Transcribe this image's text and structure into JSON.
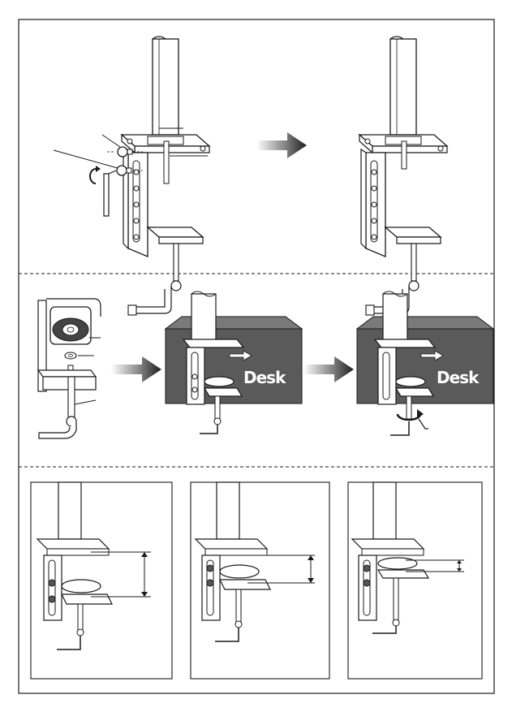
{
  "diagram": {
    "panels": [
      {
        "id": "step-1",
        "frames": [
          "clamp-loose-with-bolts",
          "clamp-assembled"
        ],
        "arrow": "gradient-right-arrow"
      },
      {
        "id": "step-2",
        "frames": [
          "clamp-base-detail",
          "clamp-on-desk-before",
          "clamp-on-desk-tightened"
        ],
        "arrows": [
          "gradient-right-arrow",
          "gradient-right-arrow"
        ]
      },
      {
        "id": "step-3",
        "frames": [
          "clamp-gap-large",
          "clamp-gap-medium",
          "clamp-gap-small"
        ]
      }
    ],
    "desk_labels": [
      "Desk",
      "Desk"
    ],
    "colors": {
      "line": "#1a1a1a",
      "desk_fill": "#5a5a5a",
      "desk_top": "#7a7a7a",
      "desk_side": "#464646",
      "arrow_dark": "#222222",
      "arrow_light": "#ffffff",
      "background": "#ffffff"
    },
    "icons": [
      "hex-key-icon",
      "rotate-arrow-icon",
      "bolt-icon",
      "washer-icon",
      "push-arrow-icon"
    ]
  }
}
